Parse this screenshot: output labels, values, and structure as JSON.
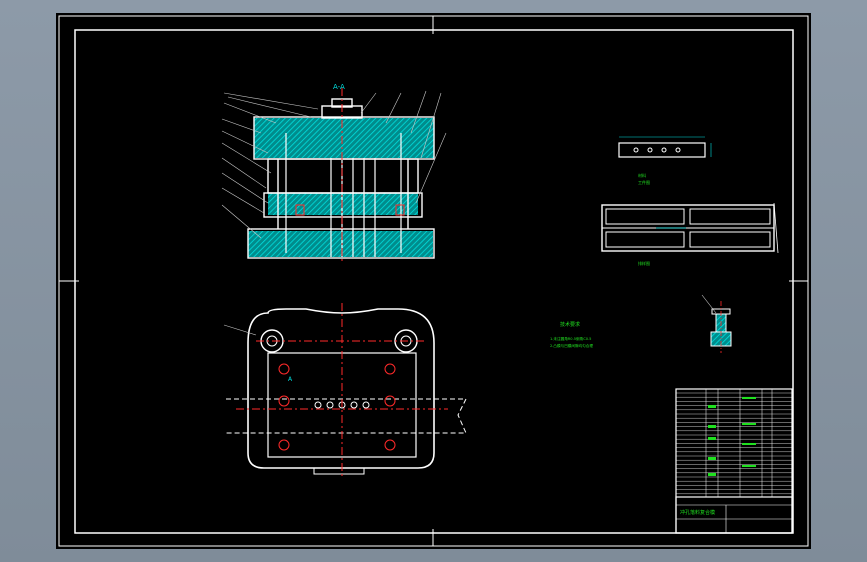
{
  "colors": {
    "background": "#8e9aa7",
    "sheet": "#000000",
    "line": "#ffffff",
    "hatch": "#00c8c8",
    "center": "#ff2a2a",
    "note": "#20e020",
    "callout": "#c8c8c8"
  },
  "drawing": {
    "section_label": "A-A",
    "view_label": "A",
    "tech_requirements_title": "技术要求",
    "tech_requirements_lines": [
      "1.未注圆角R0.5倒角C0.5",
      "2.凸模与凹模间隙均匀合理"
    ],
    "part_view_label": "工件图",
    "part_material_label": "材料",
    "strip_label": "排样图"
  },
  "title_block": {
    "drawing_name": "冲孔落料复合模"
  }
}
